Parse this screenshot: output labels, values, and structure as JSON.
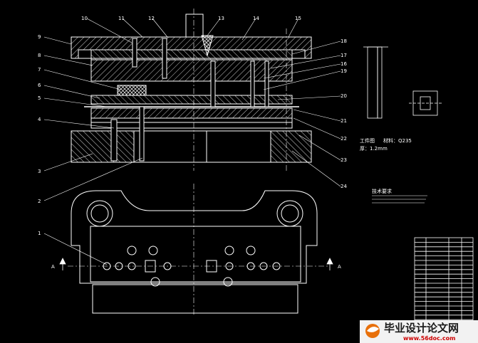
{
  "callouts": {
    "top": [
      {
        "id": "c10",
        "text": "10"
      },
      {
        "id": "c11",
        "text": "11"
      },
      {
        "id": "c12",
        "text": "12"
      },
      {
        "id": "c13",
        "text": "13"
      },
      {
        "id": "c14",
        "text": "14"
      },
      {
        "id": "c15",
        "text": "15"
      }
    ],
    "left": [
      {
        "id": "c9",
        "text": "9"
      },
      {
        "id": "c8",
        "text": "8"
      },
      {
        "id": "c7",
        "text": "7"
      },
      {
        "id": "c6",
        "text": "6"
      },
      {
        "id": "c5",
        "text": "5"
      },
      {
        "id": "c4",
        "text": "4"
      },
      {
        "id": "c3",
        "text": "3"
      },
      {
        "id": "c2",
        "text": "2"
      },
      {
        "id": "c1",
        "text": "1"
      }
    ],
    "right": [
      {
        "id": "c18",
        "text": "18"
      },
      {
        "id": "c17",
        "text": "17"
      },
      {
        "id": "c16",
        "text": "16"
      },
      {
        "id": "c19",
        "text": "19"
      },
      {
        "id": "c20",
        "text": "20"
      },
      {
        "id": "c21",
        "text": "21"
      },
      {
        "id": "c22",
        "text": "22"
      },
      {
        "id": "c23",
        "text": "23"
      },
      {
        "id": "c24",
        "text": "24"
      }
    ]
  },
  "section_marks": {
    "left": "A",
    "right": "A"
  },
  "workpiece": {
    "name_label": "工件图",
    "material_label": "材料：Q235",
    "thickness_label": "厚：1.2mm"
  },
  "tech_requirements": {
    "title": "技术要求"
  },
  "watermark": {
    "main": "毕业设计论文网",
    "url": "www.56doc.com"
  }
}
